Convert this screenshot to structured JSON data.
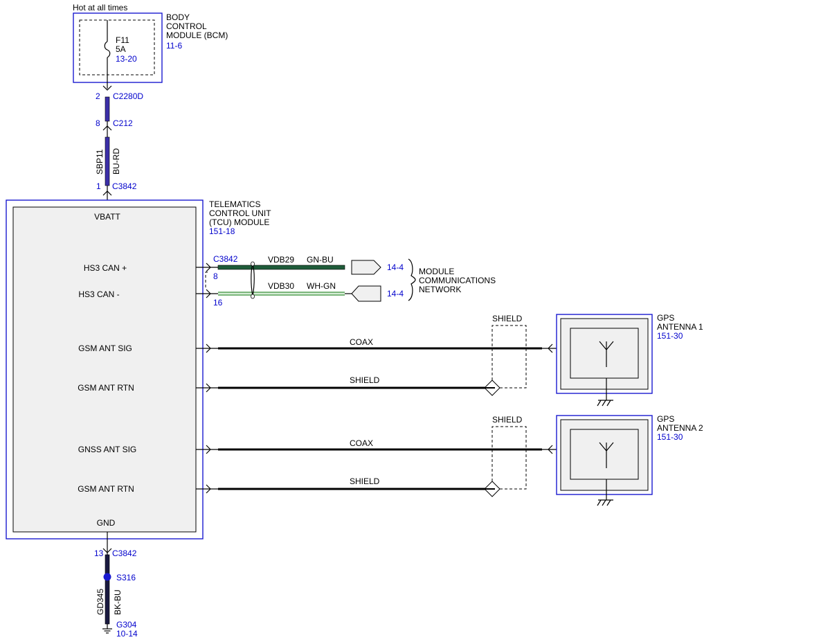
{
  "colors": {
    "module_border": "#1a1ad0",
    "reference_text": "#0000cc",
    "wire_bu_rd": "#3b2fa8",
    "wire_bk_bu": "#1a1a40",
    "wire_gn_bu": "#1f5c3a",
    "wire_wh_gn": "#2e8b2e",
    "splice": "#1a1ad0"
  },
  "power_note": "Hot at all times",
  "bcm": {
    "name_lines": [
      "BODY",
      "CONTROL",
      "MODULE (BCM)"
    ],
    "ref": "11-6",
    "fuse_name": "F11",
    "fuse_rating": "5A",
    "fuse_ref": "13-20"
  },
  "connectors": {
    "c2280d_pin": "2",
    "c2280d": "C2280D",
    "c212_pin": "8",
    "c212": "C212",
    "c3842_top_pin": "1",
    "c3842_top": "C3842",
    "c3842_can": "C3842",
    "can_plus_pin": "8",
    "can_minus_pin": "16",
    "c3842_gnd_pin": "13",
    "c3842_gnd": "C3842"
  },
  "wires": {
    "power_circuit": "SBP11",
    "power_color": "BU-RD",
    "can_plus_circuit": "VDB29",
    "can_plus_color": "GN-BU",
    "can_minus_circuit": "VDB30",
    "can_minus_color": "WH-GN",
    "ground_circuit": "GD345",
    "ground_color": "BK-BU",
    "coax_label": "COAX",
    "shield_label": "SHIELD"
  },
  "tcu": {
    "name_lines": [
      "TELEMATICS",
      "CONTROL UNIT",
      "(TCU) MODULE"
    ],
    "ref": "151-18",
    "pins": {
      "vbatt": "VBATT",
      "hs3_can_plus": "HS3 CAN +",
      "hs3_can_minus": "HS3 CAN -",
      "gsm_ant_sig": "GSM ANT SIG",
      "gsm_ant_rtn_1": "GSM ANT RTN",
      "gnss_ant_sig": "GNSS ANT SIG",
      "gsm_ant_rtn_2": "GSM ANT RTN",
      "gnd": "GND"
    }
  },
  "network": {
    "ref_plus": "14-4",
    "ref_minus": "14-4",
    "label_lines": [
      "MODULE",
      "COMMUNICATIONS",
      "NETWORK"
    ]
  },
  "antenna1": {
    "shield_box_label": "SHIELD",
    "name_lines": [
      "GPS",
      "ANTENNA 1"
    ],
    "ref": "151-30"
  },
  "antenna2": {
    "shield_box_label": "SHIELD",
    "name_lines": [
      "GPS",
      "ANTENNA 2"
    ],
    "ref": "151-30"
  },
  "ground": {
    "splice": "S316",
    "point": "G304",
    "ref": "10-14"
  }
}
